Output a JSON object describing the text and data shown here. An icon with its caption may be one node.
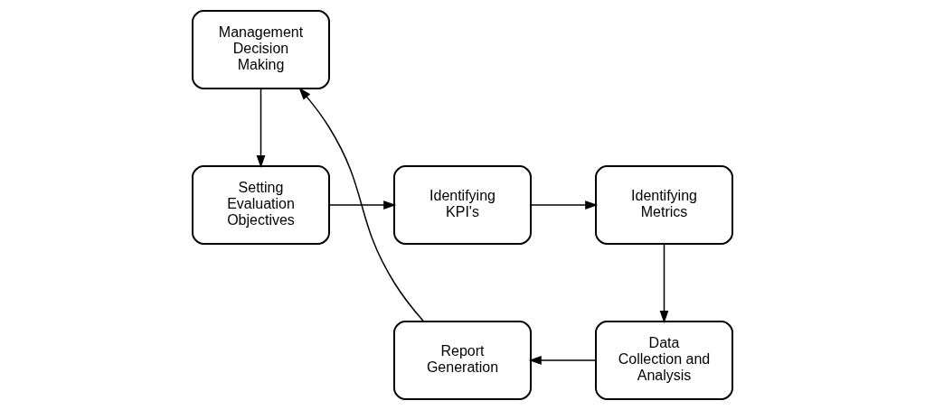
{
  "diagram": {
    "nodes": [
      {
        "text": [
          "Setting Evaluation Objectives"
        ]
      },
      {
        "text": [
          "Identifying KPI's"
        ]
      },
      {
        "text": [
          "Identifying Metrics"
        ]
      },
      {
        "text": [
          "Data Collection and Analysis"
        ]
      },
      {
        "text": [
          "Report Generation"
        ]
      },
      {
        "text": [
          "Management Decision Making"
        ]
      }
    ],
    "edges": [
      {
        "from": 0,
        "to": 1,
        "arrow": "to"
      },
      {
        "from": 1,
        "to": 2,
        "arrow": "to"
      },
      {
        "from": 2,
        "to": 3,
        "arrow": "to"
      },
      {
        "from": 3,
        "to": 4,
        "arrow": "to"
      },
      {
        "from": 4,
        "to": 5,
        "arrow": "to"
      },
      {
        "from": 5,
        "to": 0,
        "arrow": "to"
      }
    ]
  }
}
